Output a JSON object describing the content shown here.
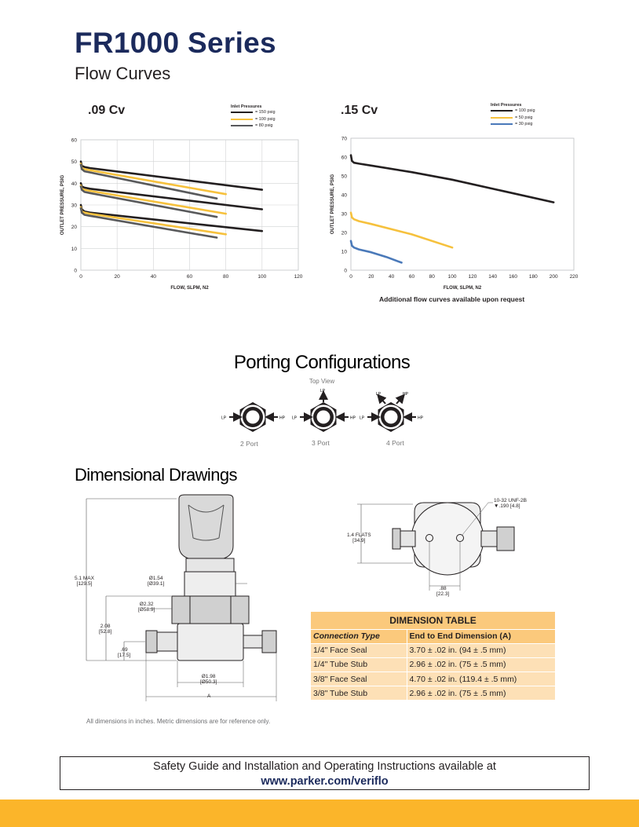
{
  "header": {
    "title": "FR1000 Series",
    "subtitle": "Flow Curves"
  },
  "colors": {
    "navy": "#1b2a5c",
    "black_series": "#231f20",
    "yellow_series": "#f6c13d",
    "gray_series": "#58595b",
    "blue_series": "#4a79b9",
    "footer": "#fbb52a",
    "table_header": "#fbc97c",
    "table_row": "#fde0b6"
  },
  "chart_data": [
    {
      "type": "line",
      "title": ".09 Cv",
      "xlabel": "FLOW, SLPM, N2",
      "ylabel": "OUTLET PRESSURE, PSIG",
      "xlim": [
        0,
        120
      ],
      "ylim": [
        0,
        60
      ],
      "xticks": [
        0,
        20,
        40,
        60,
        80,
        100,
        120
      ],
      "yticks": [
        0,
        10,
        20,
        30,
        40,
        50,
        60
      ],
      "grid": true,
      "legend_title": "Inlet Pressures",
      "legend_position": "top-right",
      "legend": [
        {
          "label": "= 150 psig",
          "color": "#231f20"
        },
        {
          "label": "= 100 psig",
          "color": "#f6c13d"
        },
        {
          "label": "= 80 psig",
          "color": "#58595b"
        }
      ],
      "series": [
        {
          "group": "150 psig",
          "color": "#231f20",
          "x": [
            0,
            0.5,
            2,
            5,
            100
          ],
          "y": [
            50,
            48,
            47.5,
            47,
            37
          ]
        },
        {
          "group": "100 psig",
          "color": "#f6c13d",
          "x": [
            0,
            0.5,
            2,
            5,
            80
          ],
          "y": [
            49,
            47,
            46.5,
            46,
            35
          ]
        },
        {
          "group": "80 psig",
          "color": "#58595b",
          "x": [
            0,
            0.5,
            2,
            5,
            75
          ],
          "y": [
            48.5,
            46.5,
            45.5,
            45,
            33
          ]
        },
        {
          "group": "150 psig",
          "color": "#231f20",
          "x": [
            0,
            0.5,
            2,
            5,
            100
          ],
          "y": [
            40,
            38.5,
            38,
            37.5,
            28
          ]
        },
        {
          "group": "100 psig",
          "color": "#f6c13d",
          "x": [
            0,
            0.5,
            2,
            5,
            80
          ],
          "y": [
            39,
            37.5,
            37,
            36.5,
            26
          ]
        },
        {
          "group": "80 psig",
          "color": "#58595b",
          "x": [
            0,
            0.5,
            2,
            5,
            75
          ],
          "y": [
            38.5,
            37,
            36,
            35.5,
            24.5
          ]
        },
        {
          "group": "150 psig",
          "color": "#231f20",
          "x": [
            0,
            0.5,
            2,
            5,
            100
          ],
          "y": [
            30,
            28,
            27,
            26.5,
            18
          ]
        },
        {
          "group": "100 psig",
          "color": "#f6c13d",
          "x": [
            0,
            0.5,
            2,
            5,
            80
          ],
          "y": [
            29,
            27,
            26.5,
            26,
            16.5
          ]
        },
        {
          "group": "80 psig",
          "color": "#58595b",
          "x": [
            0,
            0.5,
            2,
            5,
            75
          ],
          "y": [
            28.5,
            26.5,
            25.5,
            25,
            15
          ]
        }
      ]
    },
    {
      "type": "line",
      "title": ".15 Cv",
      "xlabel": "FLOW, SLPM, N2",
      "ylabel": "OUTLET PRESSURE, PSIG",
      "xlim": [
        0,
        220
      ],
      "ylim": [
        0,
        70
      ],
      "xticks": [
        0,
        20,
        40,
        60,
        80,
        100,
        120,
        140,
        160,
        180,
        200,
        220
      ],
      "yticks": [
        0,
        10,
        20,
        30,
        40,
        50,
        60,
        70
      ],
      "grid": false,
      "legend_title": "Inlet Pressures",
      "legend_position": "top-right",
      "legend": [
        {
          "label": "= 100 psig",
          "color": "#231f20"
        },
        {
          "label": "= 50 psig",
          "color": "#f6c13d"
        },
        {
          "label": "= 30 psig",
          "color": "#4a79b9"
        }
      ],
      "series": [
        {
          "name": "= 100 psig",
          "color": "#231f20",
          "x": [
            0,
            1,
            3,
            8,
            20,
            60,
            100,
            150,
            200
          ],
          "y": [
            61,
            58,
            57,
            56.5,
            55.5,
            52,
            48,
            42,
            36
          ]
        },
        {
          "name": "= 50 psig",
          "color": "#f6c13d",
          "x": [
            0,
            1,
            3,
            8,
            20,
            60,
            100
          ],
          "y": [
            30.5,
            28,
            27,
            26,
            24.5,
            19,
            12
          ]
        },
        {
          "name": "= 30 psig",
          "color": "#4a79b9",
          "x": [
            0,
            1,
            3,
            8,
            20,
            35,
            50
          ],
          "y": [
            15.5,
            13,
            12,
            11,
            9.5,
            7,
            4
          ]
        }
      ],
      "note": "Additional flow curves available upon request"
    }
  ],
  "porting": {
    "title": "Porting Configurations",
    "top_view": "Top View",
    "configs": [
      {
        "label": "2 Port",
        "lp": "LP",
        "hp": "HP"
      },
      {
        "label": "3 Port",
        "lp": "LP",
        "gp": "LP",
        "hp": "HP"
      },
      {
        "label": "4 Port",
        "lp": "LP",
        "lp2": "LP",
        "hp2": "HP",
        "hp": "HP"
      }
    ]
  },
  "dimensions": {
    "title": "Dimensional Drawings",
    "labels": {
      "max_height": "5.1 MAX",
      "max_height_mm": "[129.5]",
      "d154": "Ø1.54",
      "d154_mm": "[Ø39.1]",
      "d232": "Ø2.32",
      "d232_mm": "[Ø58.9]",
      "h208": "2.08",
      "h208_mm": "[52.8]",
      "h69": ".69",
      "h69_mm": "[17.5]",
      "d198": "Ø1.98",
      "d198_mm": "[Ø50.3]",
      "a": "A",
      "flats": "1.4 FLATS",
      "flats_mm": "[34.9]",
      "unf": "10-32 UNF-2B",
      "unf_depth": "▼.190 [4.8]",
      "hole_spacing": ".88",
      "hole_spacing_mm": "[22.3]"
    },
    "table": {
      "title": "DIMENSION TABLE",
      "col1": "Connection Type",
      "col2": "End to End Dimension (A)",
      "rows": [
        [
          "1/4\" Face Seal",
          "3.70 ± .02 in. (94 ± .5 mm)"
        ],
        [
          "1/4\" Tube Stub",
          "2.96 ± .02 in. (75 ± .5 mm)"
        ],
        [
          "3/8\" Face Seal",
          "4.70 ± .02 in. (119.4 ± .5 mm)"
        ],
        [
          "3/8\" Tube Stub",
          "2.96 ± .02 in. (75 ± .5 mm)"
        ]
      ]
    },
    "note": "All dimensions in inches. Metric dimensions are for reference only."
  },
  "footer": {
    "line1": "Safety Guide and Installation and Operating Instructions available at",
    "link": "www.parker.com/veriflo"
  }
}
